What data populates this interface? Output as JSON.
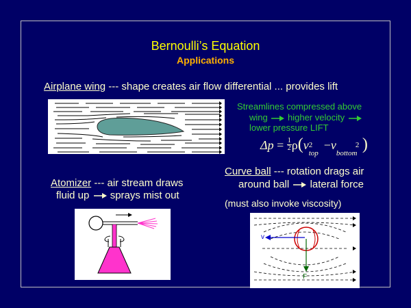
{
  "title": "Bernoulli’s Equation",
  "subtitle": "Applications",
  "wing": {
    "heading": "Airplane wing",
    "rest": " --- shape creates air flow differential ... provides lift",
    "note_line1": "Streamlines compressed above",
    "note_line2a": "wing",
    "note_line2b": "higher velocity",
    "note_line3a": "lower pressure",
    "note_line3b": "LIFT",
    "eq_lhs": "Δp",
    "eq_eq": "=",
    "eq_half_num": "1",
    "eq_half_den": "2",
    "eq_rho": "ρ",
    "eq_v_top": "v",
    "eq_top_sub": "top",
    "eq_pow1": "2",
    "eq_minus": "−",
    "eq_v_bottom": "v",
    "eq_bottom_sub": "bottom",
    "eq_pow2": "2"
  },
  "atomizer": {
    "heading": "Atomizer",
    "rest": " --- air stream draws",
    "line2a": "fluid up",
    "line2b": "sprays mist out"
  },
  "curveball": {
    "heading": "Curve ball",
    "rest": " --- rotation drags air",
    "line2a": "around ball",
    "line2b": "lateral force",
    "note": "(must also invoke viscosity)",
    "label_v": "v",
    "label_f": "F"
  },
  "colors": {
    "background": "#000066",
    "title": "#ffff00",
    "subtitle": "#ffb000",
    "text": "#ffffcc",
    "note": "#33cc33",
    "wing_fill": "#5f9e98",
    "liquid": "#ff33cc"
  }
}
